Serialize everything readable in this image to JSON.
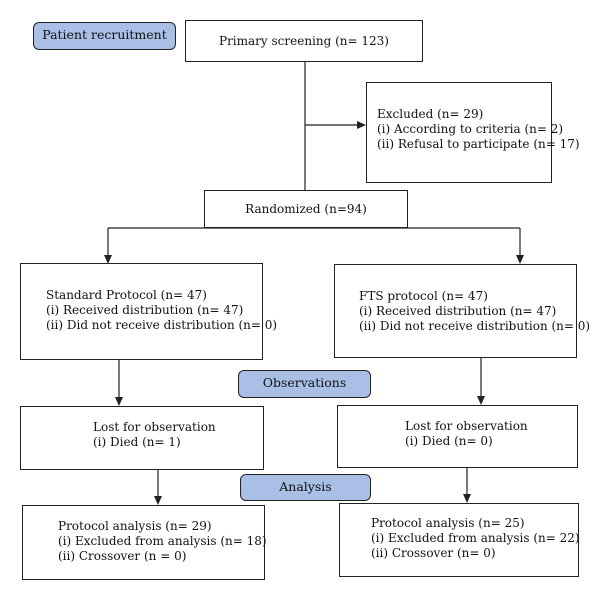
{
  "labels": {
    "recruitment": "Patient recruitment",
    "observations": "Observations",
    "analysis": "Analysis"
  },
  "screening": {
    "text": "Primary screening (n= 123)"
  },
  "excluded": {
    "title": "Excluded (n= 29)",
    "line1": "(i) According to criteria (n= 2)",
    "line2": "(ii) Refusal to participate (n= 17)"
  },
  "randomized": {
    "text": "Randomized (n=94)"
  },
  "standard": {
    "title": "Standard Protocol (n= 47)",
    "line1": "(i) Received distribution (n= 47)",
    "line2": "(ii) Did not receive distribution (n= 0)"
  },
  "fts": {
    "title": "FTS protocol (n= 47)",
    "line1": "(i) Received distribution (n= 47)",
    "line2": "(ii) Did not receive distribution (n= 0)"
  },
  "lost_left": {
    "title": "Lost for observation",
    "line1": "(i) Died (n= 1)"
  },
  "lost_right": {
    "title": "Lost for observation",
    "line1": "(i) Died (n= 0)"
  },
  "analysis_left": {
    "title": "Protocol analysis (n= 29)",
    "line1": "(i) Excluded from analysis (n= 18)",
    "line2": "(ii) Crossover (n = 0)"
  },
  "analysis_right": {
    "title": "Protocol analysis (n= 25)",
    "line1": "(i) Excluded from analysis (n= 22)",
    "line2": "(ii) Crossover (n= 0)"
  }
}
